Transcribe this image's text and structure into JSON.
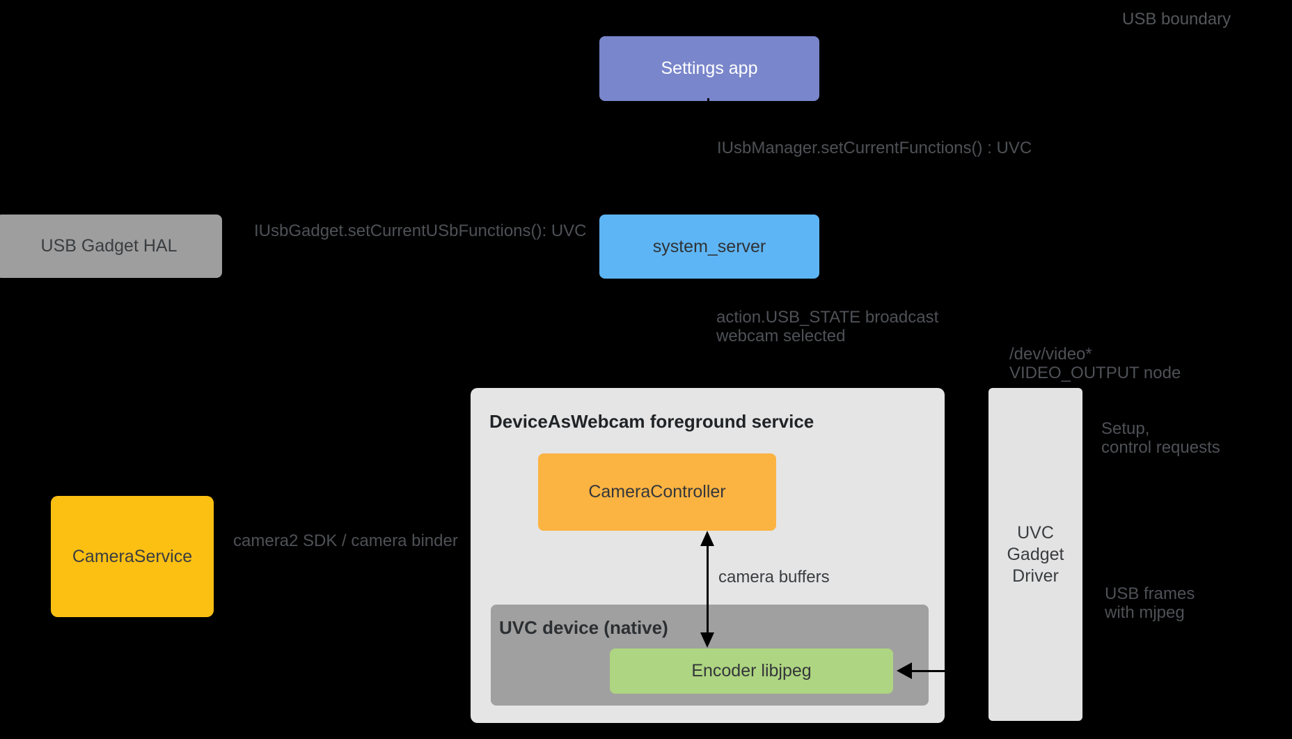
{
  "nodes": {
    "settings_app": {
      "label": "Settings app",
      "color": "#7986CB"
    },
    "usb_gadget_hal": {
      "label": "USB Gadget HAL",
      "color": "#9E9E9E"
    },
    "system_server": {
      "label": "system_server",
      "color": "#5EB5F5"
    },
    "daw_service": {
      "title": "DeviceAsWebcam foreground service",
      "color": "#E5E5E5"
    },
    "camera_controller": {
      "label": "CameraController",
      "color": "#FBB342"
    },
    "camera_service": {
      "label": "CameraService",
      "color": "#FCC013"
    },
    "uvc_device": {
      "title": "UVC device (native)",
      "color": "#A0A0A0"
    },
    "encoder": {
      "label": "Encoder libjpeg",
      "color": "#AED581"
    },
    "uvc_gadget_driver": {
      "line1": "UVC",
      "line2": "Gadget",
      "line3": "Driver",
      "color": "#E3E3E3"
    }
  },
  "labels": {
    "usb_boundary": "USB boundary",
    "iusbmanager": "IUsbManager.setCurrentFunctions() : UVC",
    "iusbgadget": "IUsbGadget.setCurrentUSbFunctions(): UVC",
    "action_broadcast_line1": "action.USB_STATE broadcast",
    "action_broadcast_line2": "webcam selected",
    "dev_video_line1": "/dev/video*",
    "dev_video_line2": "VIDEO_OUTPUT node",
    "setup_line1": "Setup,",
    "setup_line2": "control requests",
    "camera_buffers": "camera buffers",
    "camera2_sdk": "camera2 SDK / camera binder",
    "usb_frames_line1": "USB frames",
    "usb_frames_line2": "with mjpeg"
  },
  "arrows": {
    "camera_buffers_arrow": "double-headed vertical between CameraController and Encoder libjpeg",
    "usb_frames_arrow": "left-pointing from UVC Gadget Driver into Encoder libjpeg",
    "settings_to_system_server": "vertical connector"
  },
  "background_color": "#000000"
}
